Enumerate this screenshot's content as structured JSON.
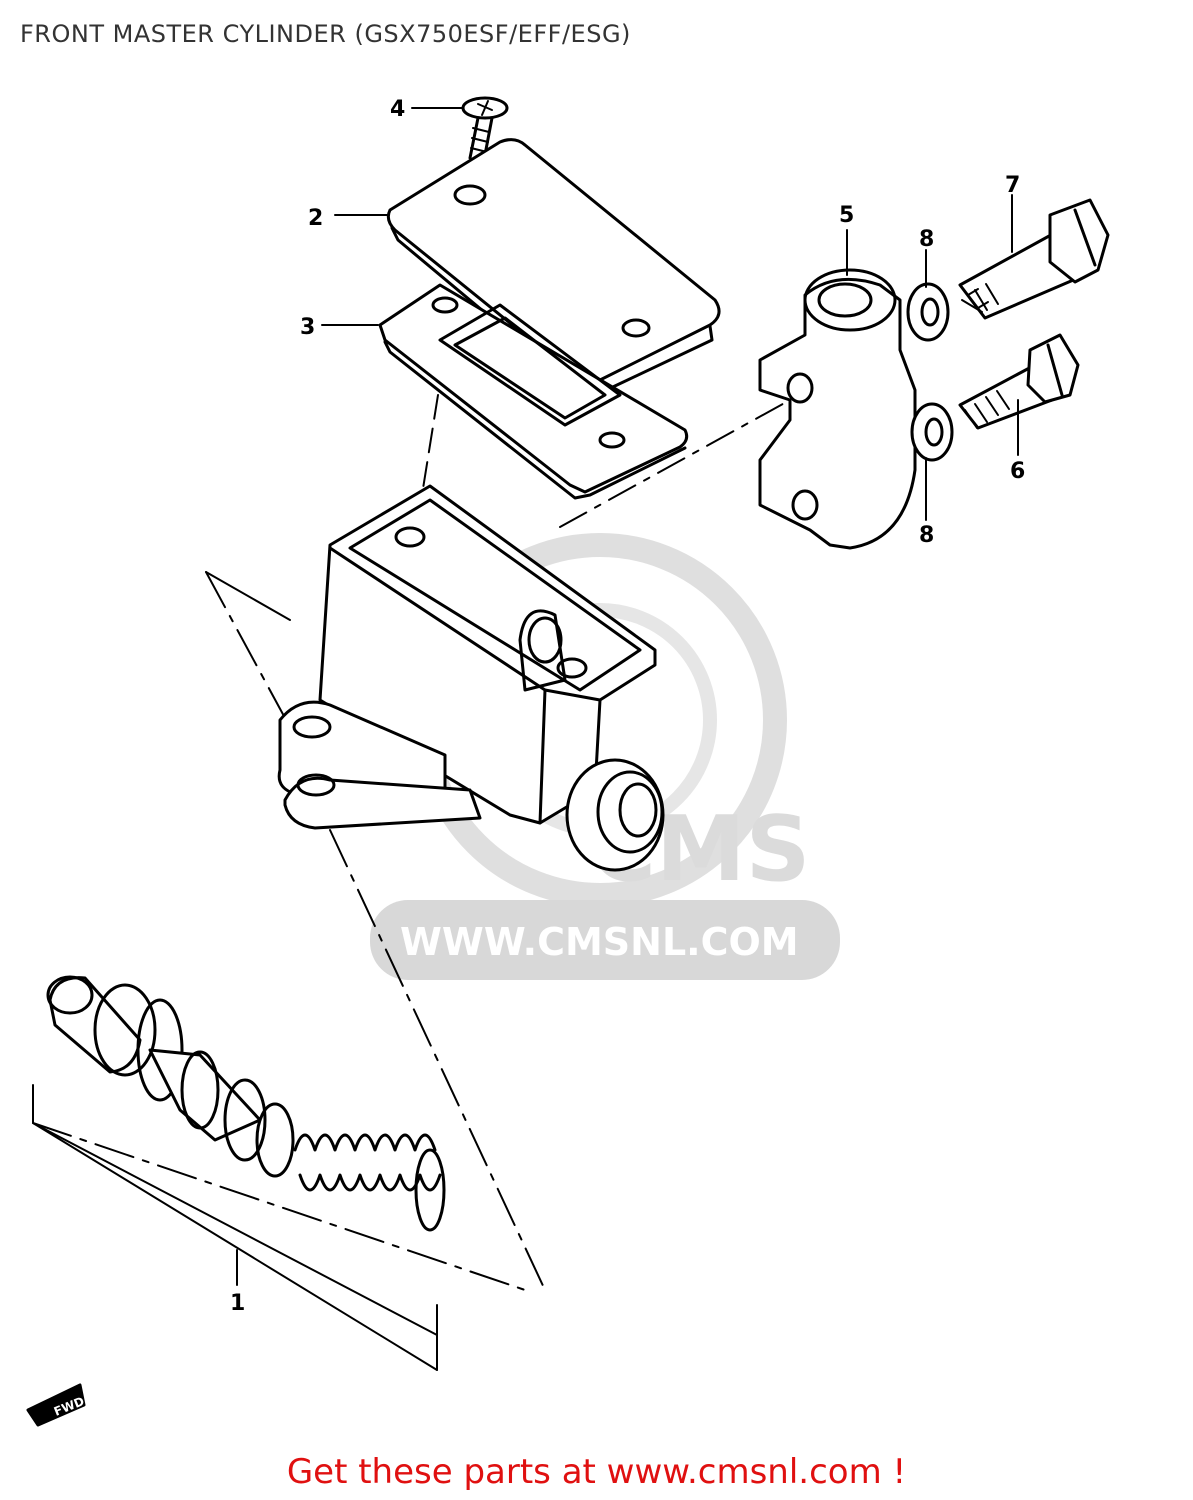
{
  "title": "FRONT MASTER CYLINDER (GSX750ESF/EFF/ESG)",
  "footer": "Get these parts at www.cmsnl.com !",
  "watermark": {
    "brand": "CMS",
    "url": "WWW.CMSNL.COM"
  },
  "fwd_label": "FWD",
  "callouts": [
    {
      "id": "1",
      "label": "1"
    },
    {
      "id": "2",
      "label": "2"
    },
    {
      "id": "3",
      "label": "3"
    },
    {
      "id": "4",
      "label": "4"
    },
    {
      "id": "5",
      "label": "5"
    },
    {
      "id": "6",
      "label": "6"
    },
    {
      "id": "7",
      "label": "7"
    },
    {
      "id": "8a",
      "label": "8"
    },
    {
      "id": "8b",
      "label": "8"
    }
  ],
  "colors": {
    "footer": "#e01010",
    "watermark": "#d8d8d8",
    "line": "#000000"
  }
}
